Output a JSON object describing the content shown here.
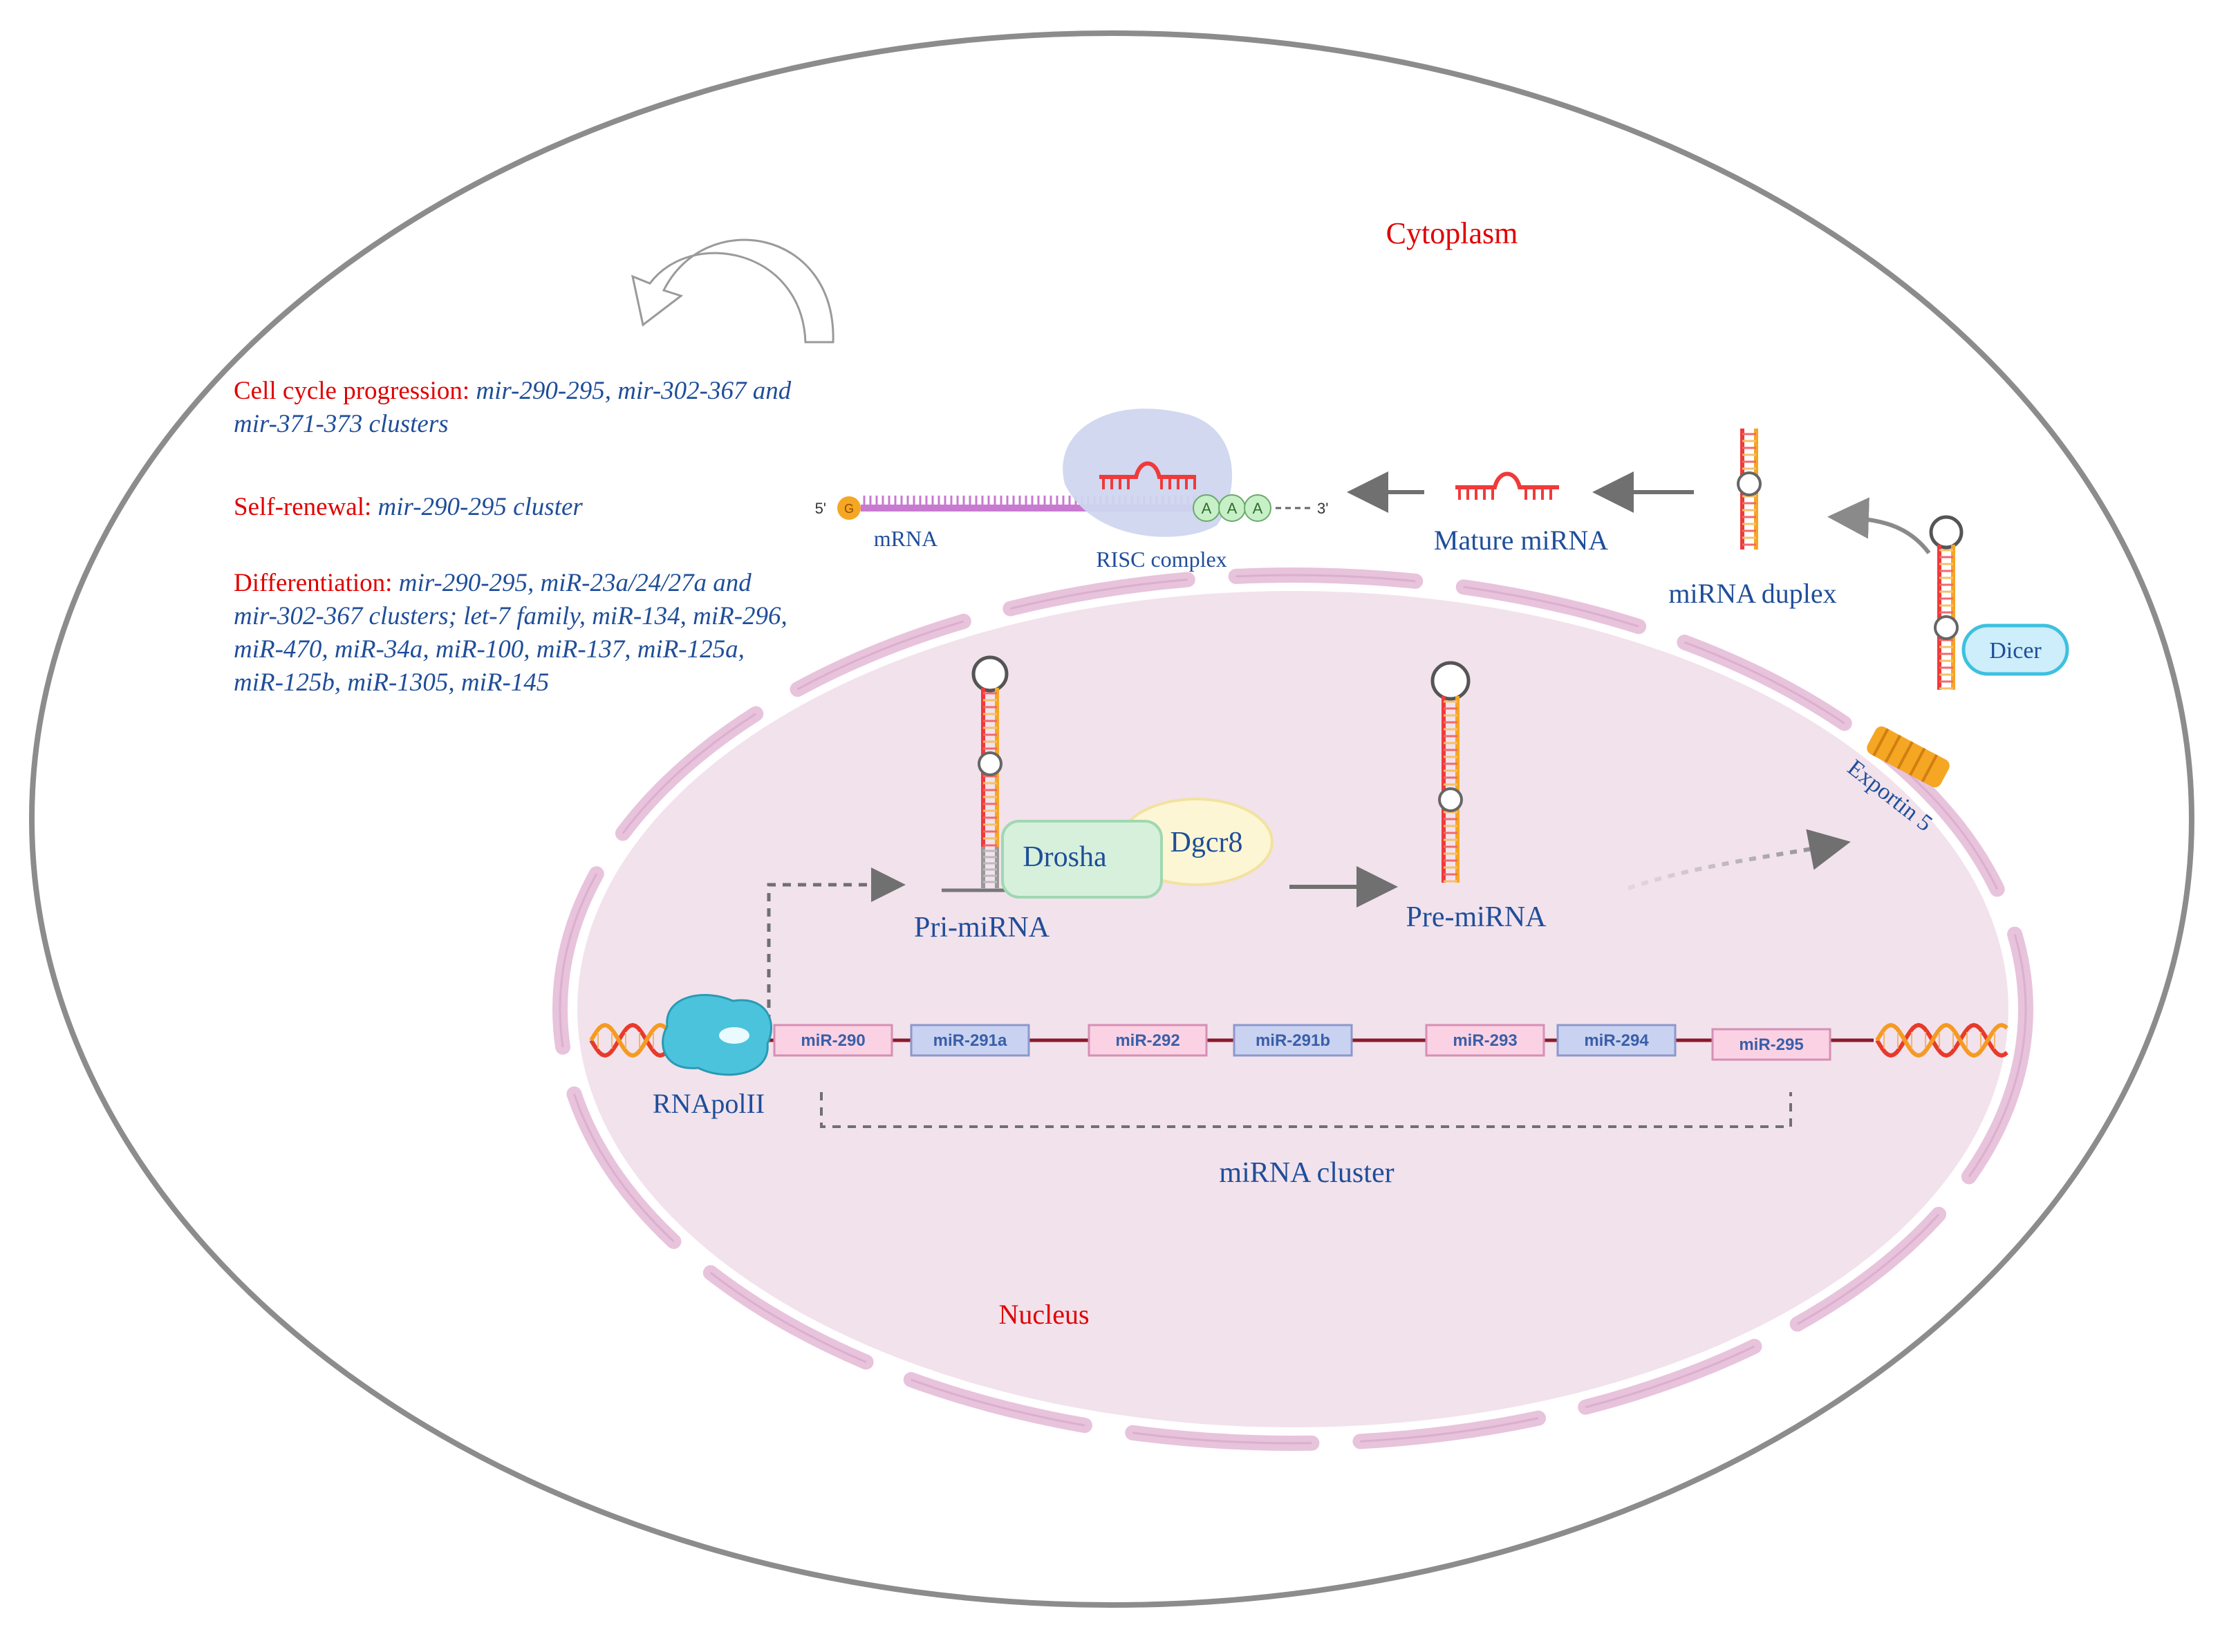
{
  "labels": {
    "cytoplasm": "Cytoplasm",
    "nucleus": "Nucleus",
    "mrna": "mRNA",
    "five_prime": "5'",
    "three_prime": "3'",
    "cap": "G",
    "polya": [
      "A",
      "A",
      "A"
    ],
    "risc": "RISC complex",
    "mature": "Mature miRNA",
    "duplex": "miRNA duplex",
    "dicer": "Dicer",
    "exportin": "Exportin 5",
    "drosha": "Drosha",
    "dgcr8": "Dgcr8",
    "pri": "Pri-miRNA",
    "pre": "Pre-miRNA",
    "rnapol": "RNApolII",
    "cluster": "miRNA cluster"
  },
  "functions": [
    {
      "head": "Cell cycle progression: ",
      "body": "mir-290-295, mir-302-367 and mir-371-373 clusters"
    },
    {
      "head": "Self-renewal: ",
      "body": "mir-290-295 cluster"
    },
    {
      "head": "Differentiation: ",
      "body": "mir-290-295, miR-23a/24/27a  and mir-302-367 clusters; let-7 family, miR-134, miR-296, miR-470, miR-34a, miR-100, miR-137, miR-125a, miR-125b, miR-1305, miR-145"
    }
  ],
  "genes": [
    "miR-290",
    "miR-291a",
    "miR-292",
    "miR-291b",
    "miR-293",
    "miR-294",
    "miR-295"
  ],
  "colors": {
    "title_red": "#e00000",
    "text_blue": "#1f4e99",
    "nucleus_fill": "#f2e2ec",
    "envelope": "#e8c3dc",
    "envelope_stroke": "#c98fb6",
    "gene_pink": "#fbd2e4",
    "gene_blue": "#c9d2f0",
    "rna_red": "#f03a3a",
    "rna_orange": "#f5a623",
    "risc": "#cfd6ef",
    "dicer": "#cdeefa",
    "drosha": "#d6f0dc",
    "dgcr8": "#fdf6d4",
    "rnapol": "#4cc3dc"
  }
}
